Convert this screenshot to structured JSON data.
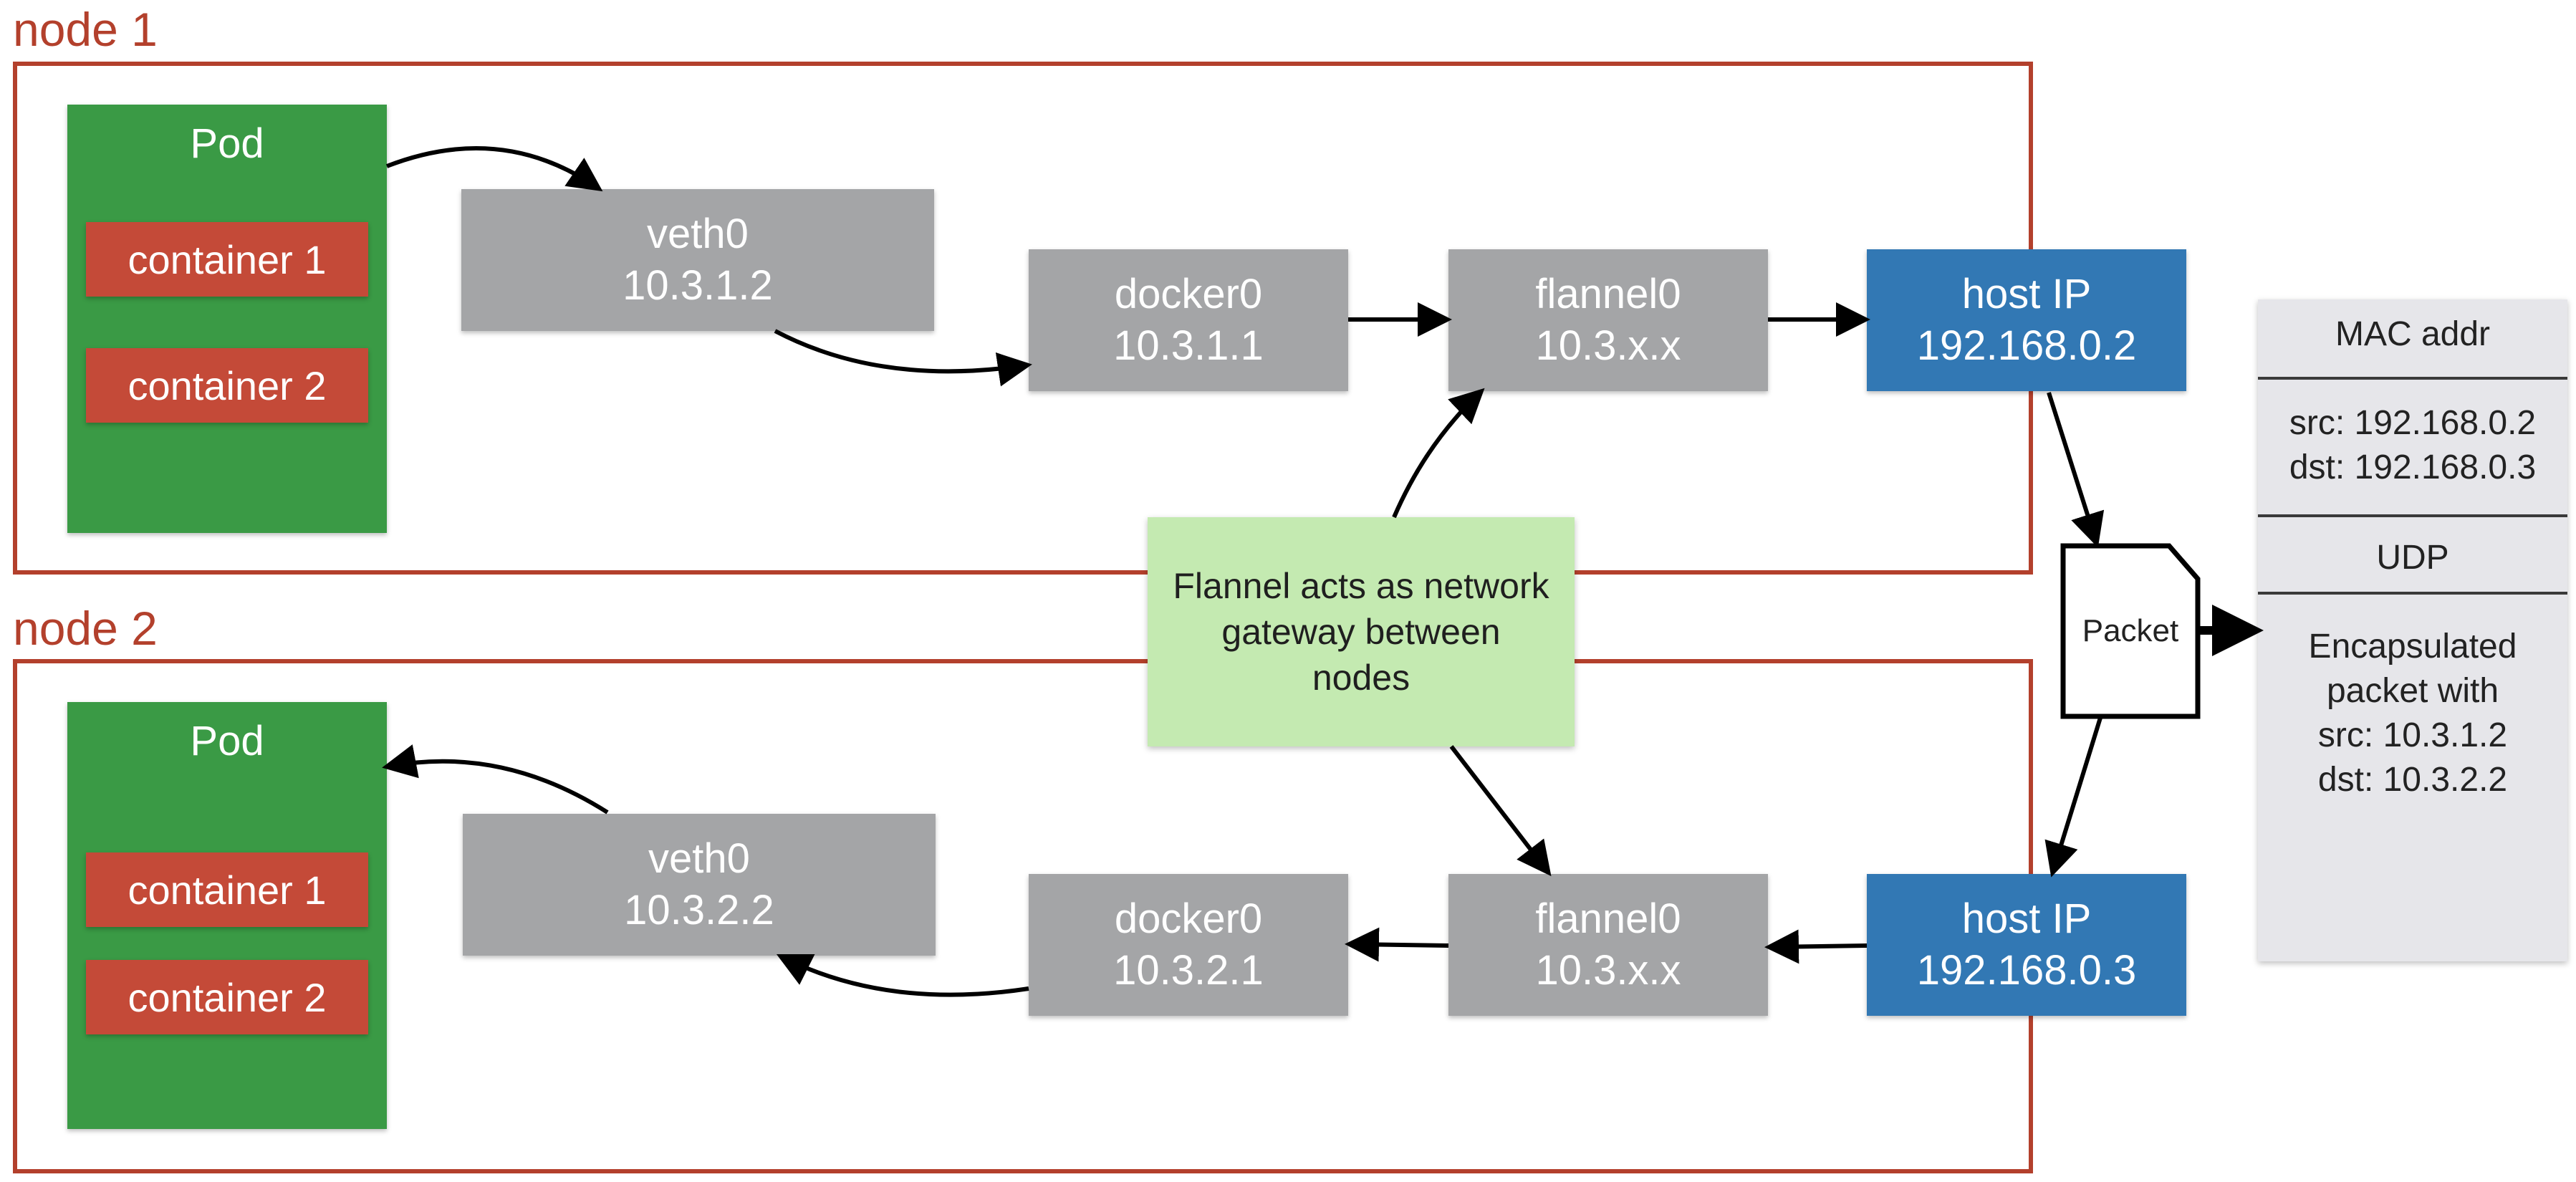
{
  "node1": {
    "label": "node 1",
    "pod": {
      "title": "Pod",
      "containers": [
        "container 1",
        "container 2"
      ]
    },
    "veth": {
      "name": "veth0",
      "ip": "10.3.1.2"
    },
    "docker": {
      "name": "docker0",
      "ip": "10.3.1.1"
    },
    "flannel": {
      "name": "flannel0",
      "ip": "10.3.x.x"
    },
    "host": {
      "name": "host IP",
      "ip": "192.168.0.2"
    }
  },
  "node2": {
    "label": "node 2",
    "pod": {
      "title": "Pod",
      "containers": [
        "container 1",
        "container 2"
      ]
    },
    "veth": {
      "name": "veth0",
      "ip": "10.3.2.2"
    },
    "docker": {
      "name": "docker0",
      "ip": "10.3.2.1"
    },
    "flannel": {
      "name": "flannel0",
      "ip": "10.3.x.x"
    },
    "host": {
      "name": "host IP",
      "ip": "192.168.0.3"
    }
  },
  "note": {
    "line1": "Flannel acts as network",
    "line2": "gateway between",
    "line3": "nodes"
  },
  "packet": {
    "label": "Packet"
  },
  "packet_panel": {
    "mac_header": "MAC addr",
    "src": "src: 192.168.0.2",
    "dst": "dst: 192.168.0.3",
    "protocol": "UDP",
    "payload": [
      "Encapsulated",
      "packet with",
      "src: 10.3.1.2",
      "dst: 10.3.2.2"
    ]
  },
  "colors": {
    "node_border": "#b3402c",
    "pod": "#3a9a45",
    "container": "#c44a38",
    "interface": "#a4a5a7",
    "host": "#3278b4",
    "note": "#c4eab1",
    "panel": "#e6e6ea"
  }
}
